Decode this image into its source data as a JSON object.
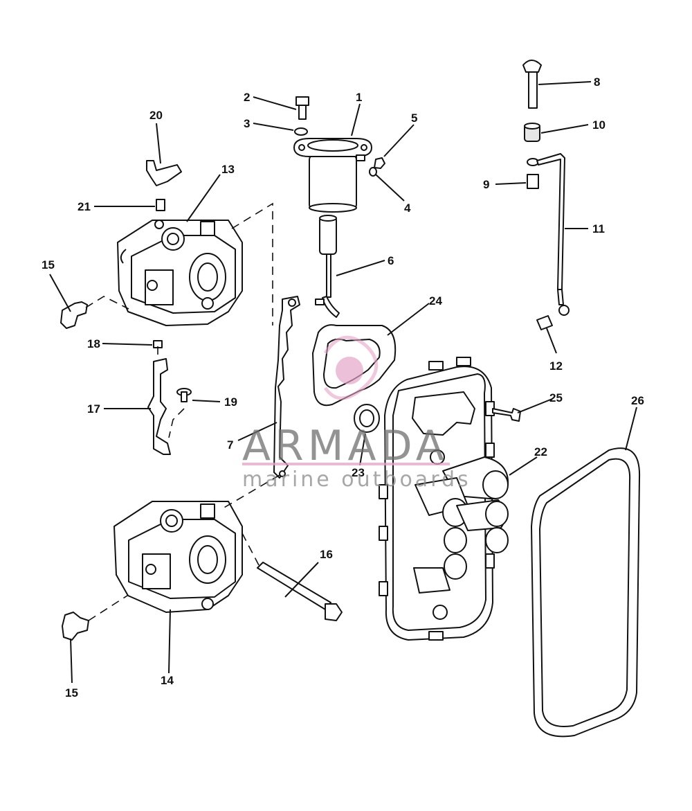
{
  "diagram": {
    "callouts": [
      "1",
      "2",
      "3",
      "4",
      "5",
      "6",
      "7",
      "8",
      "9",
      "10",
      "11",
      "12",
      "13",
      "14",
      "15",
      "15",
      "16",
      "17",
      "18",
      "19",
      "20",
      "21",
      "22",
      "23",
      "24",
      "25",
      "26"
    ]
  },
  "watermark": {
    "title": "ARMADA",
    "subtitle": "marine outboards",
    "accent_color": "#e3a3c8"
  },
  "colors": {
    "line": "#111111",
    "background": "#ffffff"
  }
}
